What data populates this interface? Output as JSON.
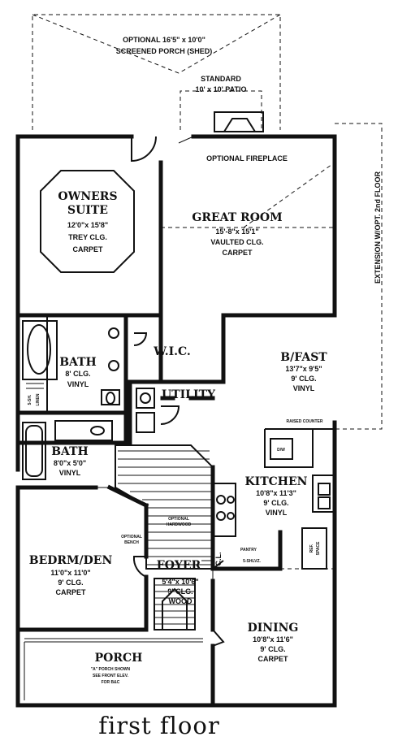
{
  "rooms": {
    "porch_opt": {
      "line1": "OPTIONAL 16'5\" x 10'0\"",
      "line2": "SCREENED PORCH (SHED)"
    },
    "patio": {
      "line1": "STANDARD",
      "line2": "10' x 10' PATIO"
    },
    "fireplace": "OPTIONAL FIREPLACE",
    "extension": "EXTENSION W/OPT. 2nd FLOOR",
    "owners": {
      "name1": "OWNERS",
      "name2": "SUITE",
      "dim": "12'0\"x 15'8\"",
      "clg": "TREY CLG.",
      "floor": "CARPET"
    },
    "great": {
      "name": "GREAT ROOM",
      "dim": "15'-8\"x 15'1\"",
      "clg": "VAULTED CLG.",
      "floor": "CARPET"
    },
    "bath1": {
      "name": "BATH",
      "clg": "8' CLG.",
      "floor": "VINYL"
    },
    "wic": "W.I.C.",
    "linen": {
      "a": "5-SH.",
      "b": "LINEN"
    },
    "utility": "UTILITY",
    "bfast": {
      "name": "B/FAST",
      "dim": "13'7\"x 9'5\"",
      "clg": "9' CLG.",
      "floor": "VINYL"
    },
    "raised": "RAISED COUNTER",
    "dw": "D/W",
    "bath2": {
      "name": "BATH",
      "dim": "8'0\"x 5'0\"",
      "floor": "VINYL"
    },
    "kitchen": {
      "name": "KITCHEN",
      "dim": "10'8\"x 11'3\"",
      "clg": "9' CLG.",
      "floor": "VINYL"
    },
    "hardwood": {
      "a": "OPTIONAL",
      "b": "HARDWOOD"
    },
    "optbench": {
      "a": "OPTIONAL",
      "b": "BENCH"
    },
    "pantry": {
      "a": "PANTRY",
      "b": "5-SHLVZ."
    },
    "ref": {
      "a": "REF.",
      "b": "SPACE"
    },
    "cl": "C.L.",
    "bedrm": {
      "name": "BEDRM/DEN",
      "dim": "11'0\"x 11'0\"",
      "clg": "9' CLG.",
      "floor": "CARPET"
    },
    "foyer": {
      "name": "FOYER",
      "dim": "5'4\"x 10'6\"",
      "clg": "9' CLG.",
      "floor": "WOOD"
    },
    "dining": {
      "name": "DINING",
      "dim": "10'8\"x 11'6\"",
      "clg": "9' CLG.",
      "floor": "CARPET"
    },
    "porch": {
      "name": "PORCH",
      "l1": "\"A\" PORCH SHOWN",
      "l2": "SEE FRONT ELEV.",
      "l3": "FOR B&C"
    }
  },
  "caption": "first floor"
}
